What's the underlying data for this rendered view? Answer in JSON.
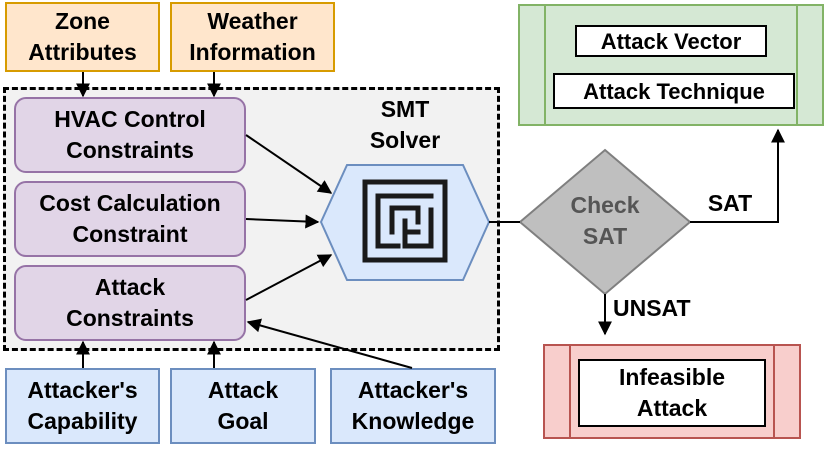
{
  "inputs_top": {
    "zone_attributes": "Zone\nAttributes",
    "weather_information": "Weather\nInformation"
  },
  "constraints": {
    "hvac": "HVAC Control\nConstraints",
    "cost": "Cost Calculation\nConstraint",
    "attack": "Attack\nConstraints"
  },
  "inputs_bottom": {
    "capability": "Attacker's\nCapability",
    "goal": "Attack\nGoal",
    "knowledge": "Attacker's\nKnowledge"
  },
  "solver": {
    "label": "SMT\nSolver",
    "icon": "maze-icon"
  },
  "decision": {
    "label": "Check\nSAT",
    "sat": "SAT",
    "unsat": "UNSAT"
  },
  "outputs": {
    "attack_vector": "Attack Vector",
    "attack_technique": "Attack Technique",
    "infeasible": "Infeasible\nAttack"
  },
  "colors": {
    "orange_fill": "#ffe6cc",
    "orange_stroke": "#d79b00",
    "blue_fill": "#dae8fc",
    "blue_stroke": "#6c8ebf",
    "purple_fill": "#e1d5e7",
    "purple_stroke": "#9673a6",
    "green_fill": "#d5e8d4",
    "green_stroke": "#82b366",
    "red_fill": "#f8cecc",
    "red_stroke": "#b85450",
    "gray_fill": "#bfbfbf",
    "gray_text": "#555555"
  }
}
